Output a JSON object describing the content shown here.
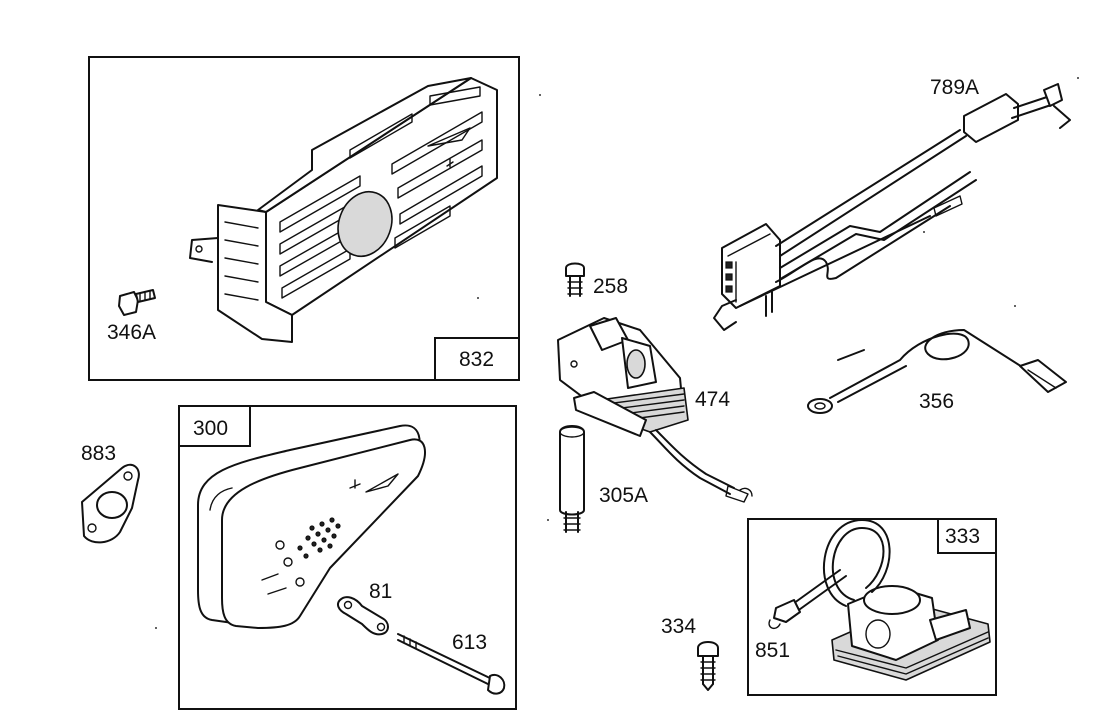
{
  "parts": {
    "p832": "832",
    "p346A": "346A",
    "p300": "300",
    "p883": "883",
    "p81": "81",
    "p613": "613",
    "p258": "258",
    "p474": "474",
    "p305A": "305A",
    "p789A": "789A",
    "p356": "356",
    "p333": "333",
    "p334": "334",
    "p851": "851"
  }
}
